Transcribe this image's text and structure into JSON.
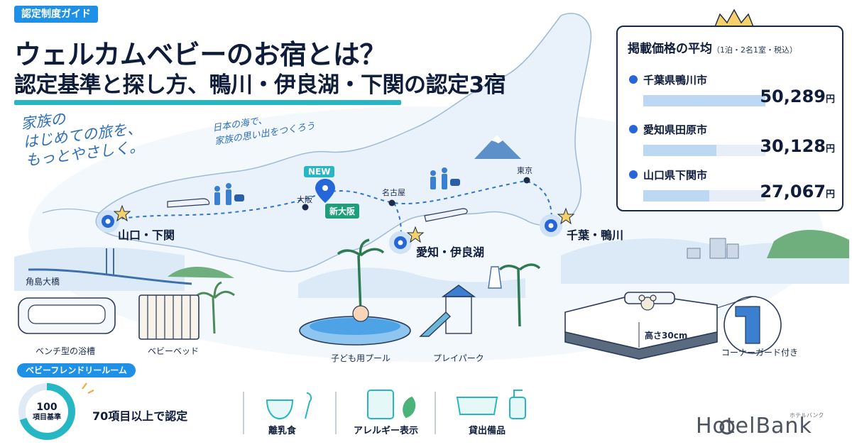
{
  "header": {
    "category_tag": "認定制度ガイド",
    "title_line1": "ウェルカムベビーのお宿とは？",
    "title_line2": "認定基準と探し方、鴨川・伊良湖・下関の認定3宿"
  },
  "taglines": {
    "main": "家族の\nはじめての旅を、\nもっとやさしく。",
    "map_note": "日本の海で、\n家族の思い出をつくろう"
  },
  "map": {
    "cities": [
      "大阪",
      "名古屋",
      "東京"
    ],
    "new_badge": "NEW",
    "station_badge": "新大阪",
    "locations": [
      "山口・下関",
      "愛知・伊良湖",
      "千葉・鴨川"
    ]
  },
  "features": {
    "shimonoseki": [
      "角島大橋",
      "ベンチ型の浴槽",
      "ベビーベッド"
    ],
    "irago": [
      "子ども用プール",
      "プレイパーク"
    ],
    "kamogawa": [
      "高さ30cm",
      "コーナーガード付き"
    ]
  },
  "price_panel": {
    "title": "掲載価格の平均",
    "subtitle": "（1泊・2名1室・税込）",
    "currency": "円",
    "rows": [
      {
        "name": "千葉県鴨川市",
        "value": "50,289",
        "amount": 50289
      },
      {
        "name": "愛知県田原市",
        "value": "30,128",
        "amount": 30128
      },
      {
        "name": "山口県下関市",
        "value": "27,067",
        "amount": 27067
      }
    ]
  },
  "baby_friendly": {
    "band_label": "ベビーフレンドリールーム",
    "donut_number": "100",
    "donut_label": "項目基準",
    "certified": 70,
    "total": 100,
    "criteria_text": "70項目以上で認定",
    "amenities": [
      "離乳食",
      "アレルギー表示",
      "貸出備品"
    ]
  },
  "brand": {
    "logo": "HotelBank",
    "logo_kana": "ホテルバンク"
  },
  "colors": {
    "accent": "#1e90e6",
    "teal": "#27b7c4",
    "navy": "#0f1c3a",
    "map_fill": "#e9f2fb",
    "bar_fill": "#bcd8f2"
  }
}
